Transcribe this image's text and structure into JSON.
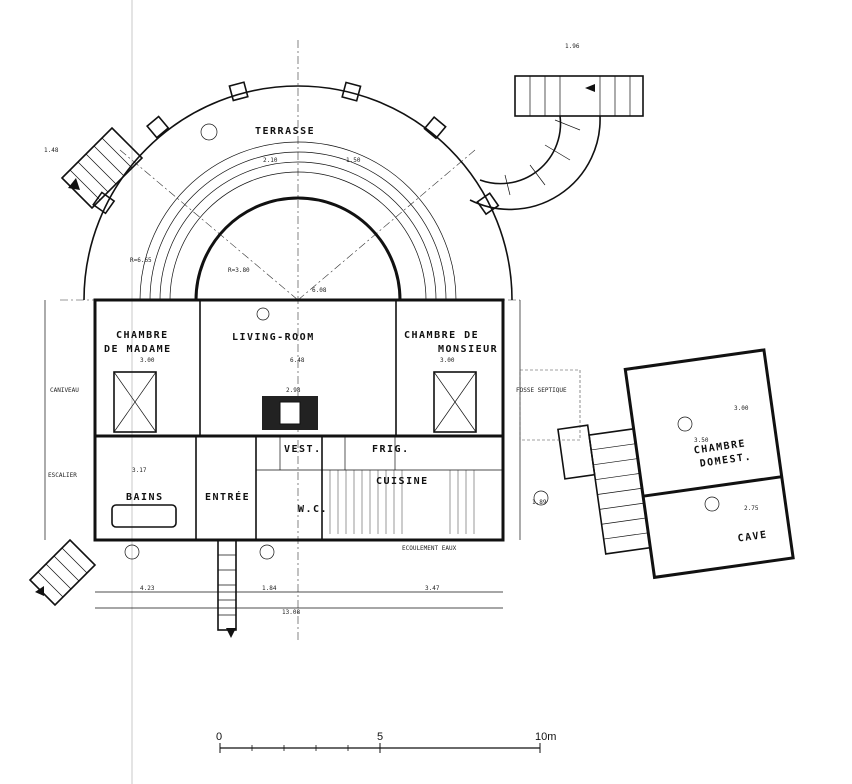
{
  "rooms": {
    "terrasse": "TERRASSE",
    "living": "LIVING-ROOM",
    "madame_1": "CHAMBRE",
    "madame_2": "DE MADAME",
    "monsieur_1": "CHAMBRE DE",
    "monsieur_2": "MONSIEUR",
    "bains": "BAINS",
    "entree": "ENTRÉE",
    "vest": "VEST.",
    "cuisine": "CUISINE",
    "wc": "W.C.",
    "frig": "FRIG.",
    "domest_1": "CHAMBRE",
    "domest_2": "DOMEST.",
    "cave": "CAVE"
  },
  "dimensions": {
    "madame_width": "3.00",
    "living_width": "6.48",
    "monsieur_width": "3.00",
    "width_left": "4.23",
    "width_mid": "1.84",
    "width_right": "3.47",
    "total_width": "13.08",
    "radius_1": "R=6.65",
    "radius_2": "R=3.80",
    "mid_span": "6.08",
    "entree_w": "2.98",
    "bains_w": "3.17",
    "domest_w": "3.50",
    "domest_h": "3.00",
    "cave_w": "2.75",
    "upper_1": "1.50",
    "upper_2": "2.10",
    "level_tl": "1.48",
    "level_tr": "1.96",
    "level_r": "1.89"
  },
  "annotations": {
    "fosse": "FOSSE SEPTIQUE",
    "ecoulement": "ECOULEMENT EAUX",
    "caniveau": "CANIVEAU",
    "escalier": "ESCALIER"
  },
  "scale_bar": {
    "label_0": "0",
    "label_5": "5",
    "label_10": "10m"
  }
}
